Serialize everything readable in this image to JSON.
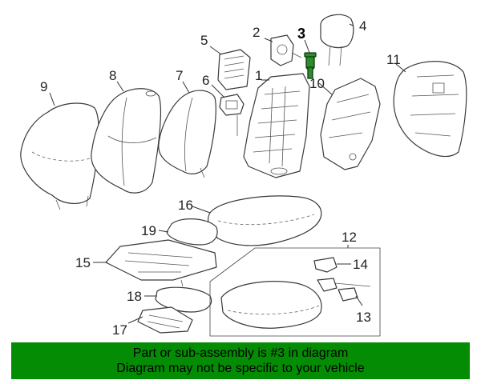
{
  "callouts": {
    "c1": "1",
    "c2": "2",
    "c3": "3",
    "c4": "4",
    "c5": "5",
    "c6": "6",
    "c7": "7",
    "c8": "8",
    "c9": "9",
    "c10": "10",
    "c11": "11",
    "c12": "12",
    "c13": "13",
    "c14": "14",
    "c15": "15",
    "c16": "16",
    "c17": "17",
    "c18": "18",
    "c19": "19"
  },
  "highlighted_part": "3",
  "colors": {
    "banner": "#048c04",
    "highlight": "#2e8b2e"
  },
  "banner": {
    "line1": "Part or sub-assembly is #3 in diagram",
    "line2": "Diagram may not be specific to your vehicle"
  }
}
